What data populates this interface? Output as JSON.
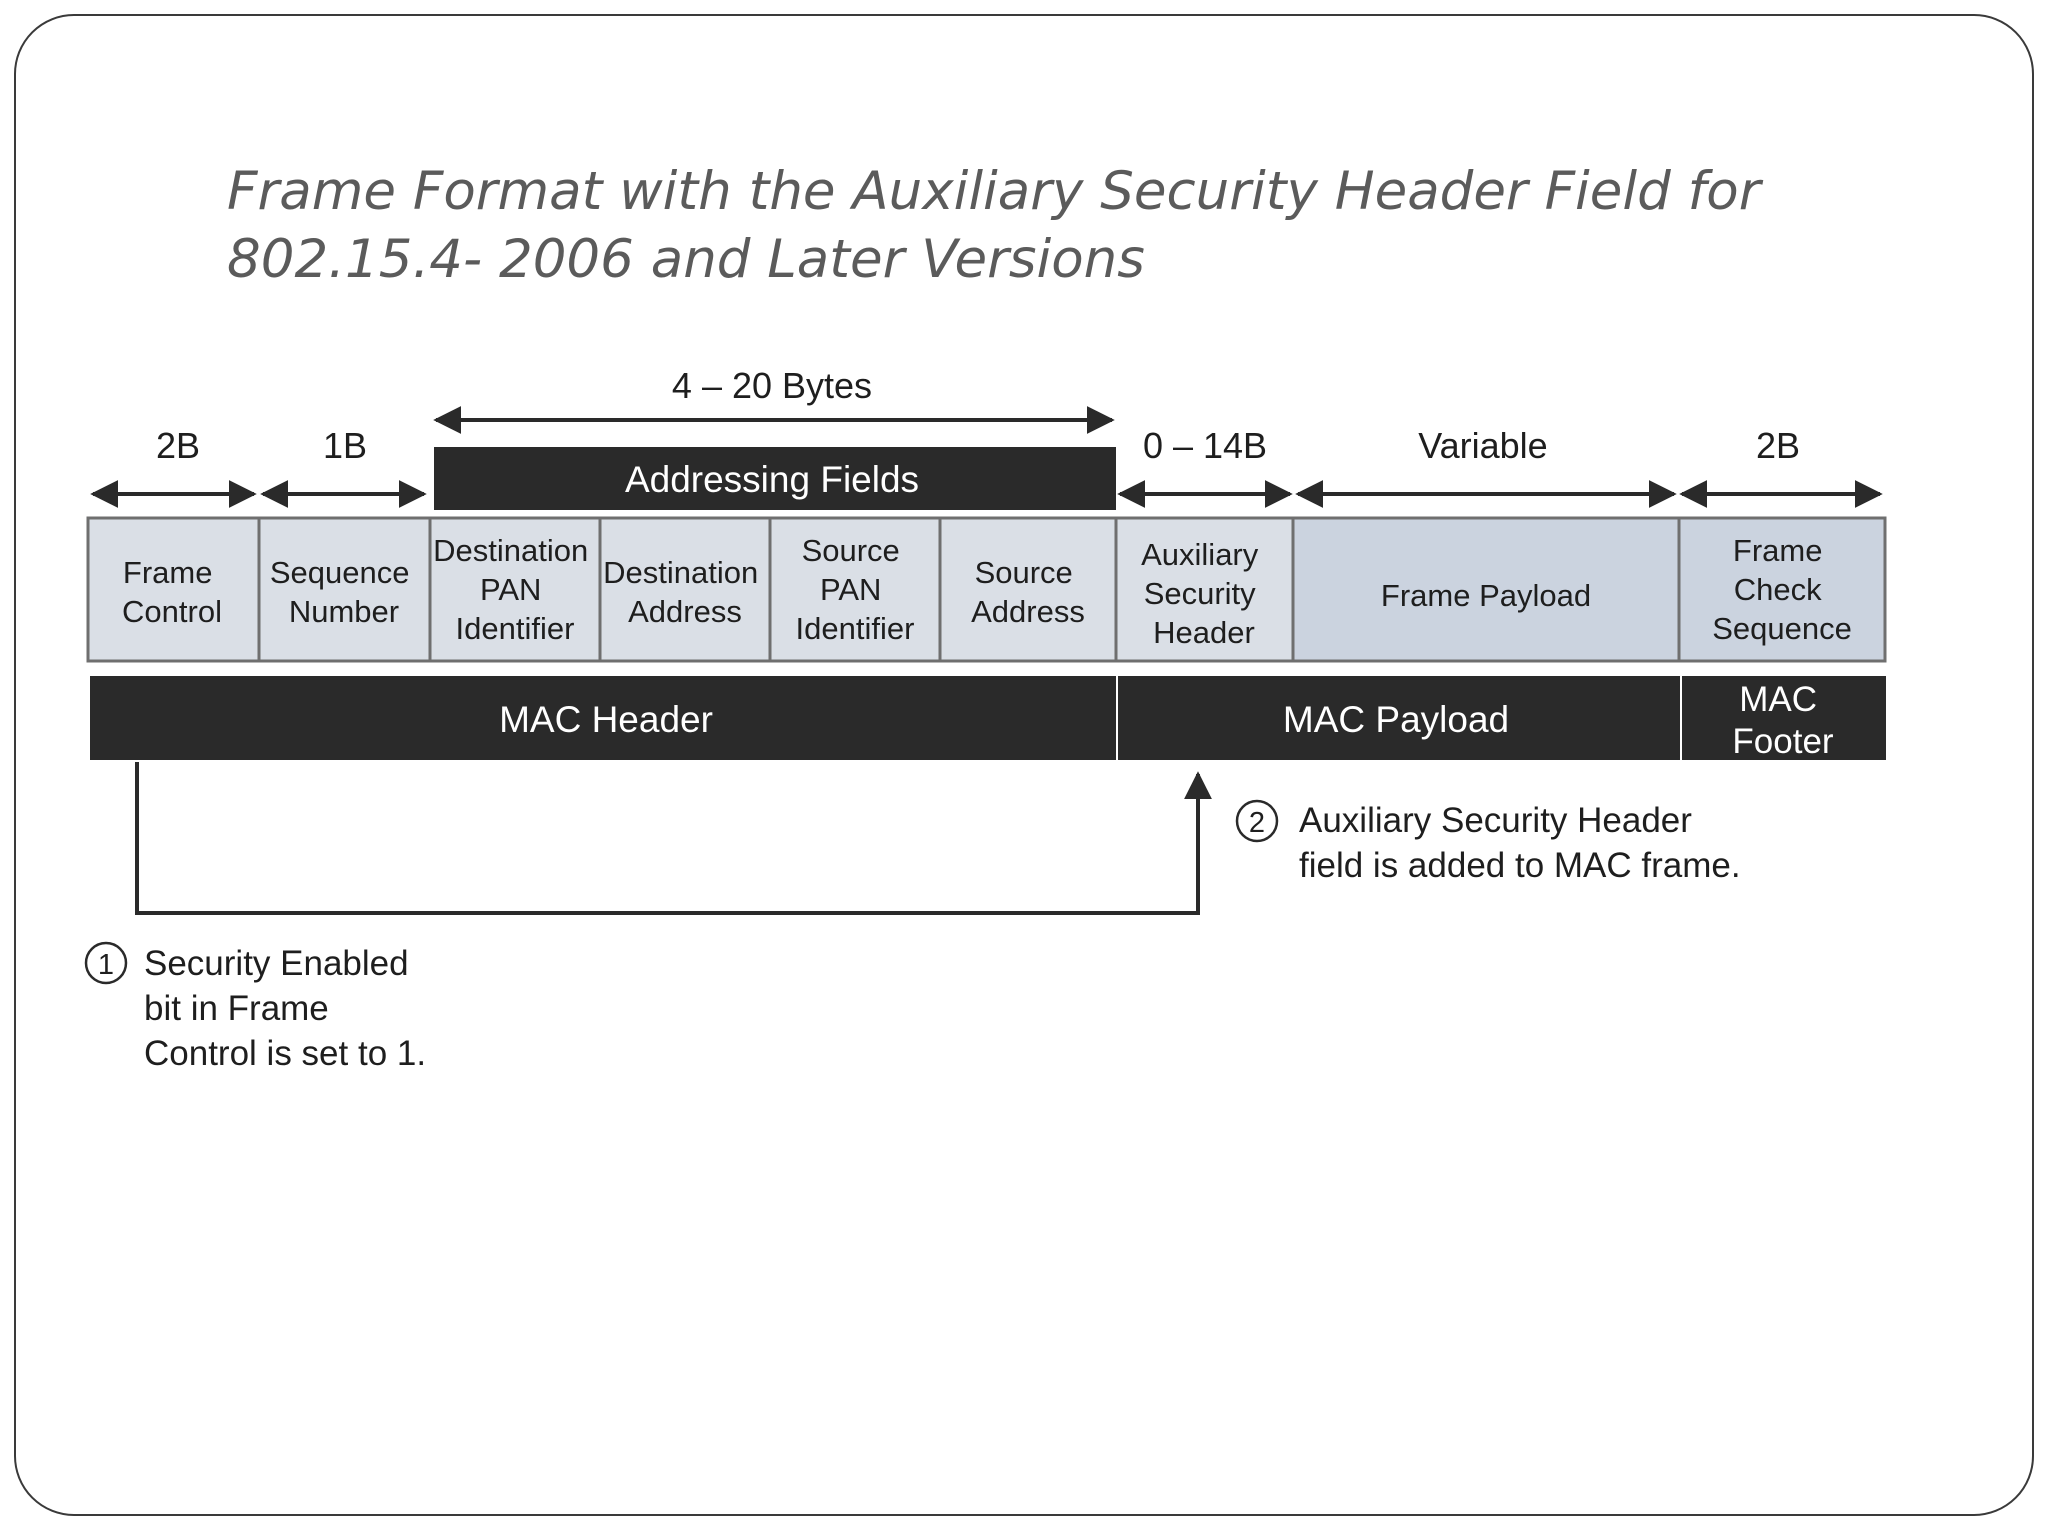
{
  "title": {
    "line1": "Frame Format with the Auxiliary Security Header Field for",
    "line2": "802.15.4- 2006 and Later Versions"
  },
  "sizes": {
    "addressing": "4 – 20 Bytes",
    "frame_control": "2B",
    "sequence": "1B",
    "aux_security": "0 – 14B",
    "payload": "Variable",
    "fcs": "2B"
  },
  "addressing_fields_label": "Addressing Fields",
  "fields": [
    {
      "lines": [
        "Frame",
        "Control"
      ]
    },
    {
      "lines": [
        "Sequence",
        "Number"
      ]
    },
    {
      "lines": [
        "Destination",
        "PAN",
        "Identifier"
      ]
    },
    {
      "lines": [
        "Destination",
        "Address"
      ]
    },
    {
      "lines": [
        "Source",
        "PAN",
        "Identifier"
      ]
    },
    {
      "lines": [
        "Source",
        "Address"
      ]
    },
    {
      "lines": [
        "Auxiliary",
        "Security",
        "Header"
      ]
    },
    {
      "lines": [
        "Frame Payload"
      ]
    },
    {
      "lines": [
        "Frame",
        "Check",
        "Sequence"
      ]
    }
  ],
  "sections": {
    "header": "MAC Header",
    "payload": "MAC Payload",
    "footer_line1": "MAC",
    "footer_line2": "Footer"
  },
  "notes": {
    "note1_num": "1",
    "note1_line1": "Security Enabled",
    "note1_line2": "bit in Frame",
    "note1_line3": "Control is set to 1.",
    "note2_num": "2",
    "note2_line1": "Auxiliary Security Header",
    "note2_line2": "field is added to MAC frame."
  },
  "colors": {
    "field_fill": "#d3d9e2",
    "dark_bar": "#2a2a2a",
    "stroke": "#6f6f6f"
  }
}
